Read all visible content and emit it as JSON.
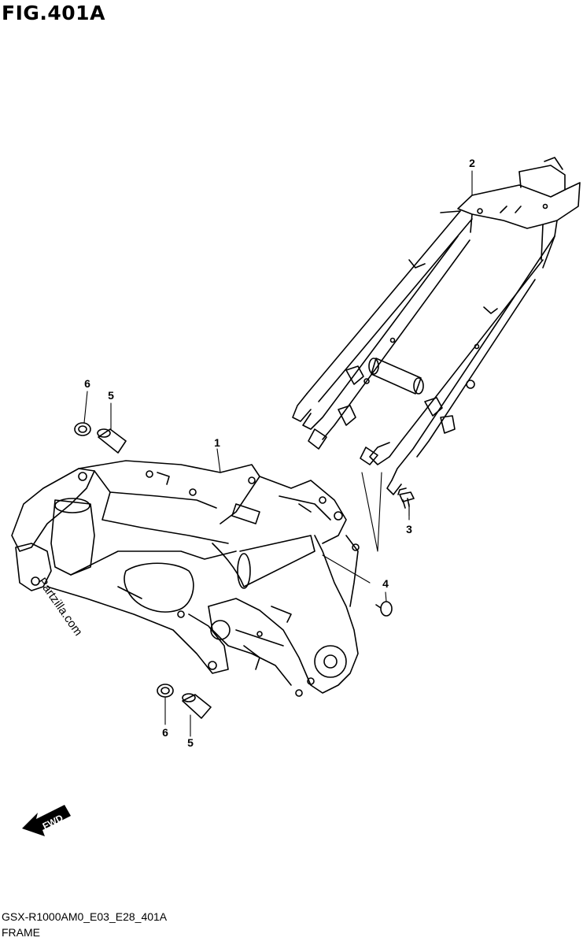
{
  "header": {
    "figure_title": "FIG.401A"
  },
  "callouts": [
    {
      "label": "1",
      "part": "frame"
    },
    {
      "label": "2",
      "part": "seat-rail"
    },
    {
      "label": "3",
      "part": "bolt"
    },
    {
      "label": "4",
      "part": "plug"
    },
    {
      "label": "5",
      "part": "spacer-upper"
    },
    {
      "label": "6",
      "part": "bushing-upper"
    },
    {
      "label": "5",
      "part": "spacer-lower"
    },
    {
      "label": "6",
      "part": "bushing-lower"
    }
  ],
  "direction_badge": {
    "text": "FWD"
  },
  "watermark": {
    "text": "Partzilla.com"
  },
  "footer": {
    "model_code": "GSX-R1000AM0_E03_E28_401A",
    "section_name": "FRAME"
  }
}
